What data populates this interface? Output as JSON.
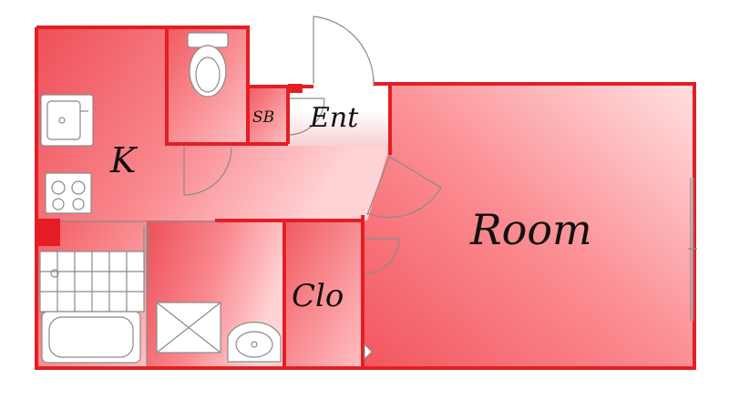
{
  "floorplan": {
    "rooms": [
      {
        "id": "kitchen",
        "label": "K"
      },
      {
        "id": "shoe-box",
        "label": "SB"
      },
      {
        "id": "entrance",
        "label": "Ent"
      },
      {
        "id": "room",
        "label": "Room"
      },
      {
        "id": "closet",
        "label": "Clo"
      }
    ],
    "colors": {
      "wall": "#e31e24",
      "fill_light": "#ffd0d0",
      "fill_dark": "#f25a60",
      "entrance_fill": "#ffffff"
    },
    "fixtures": [
      {
        "name": "toilet-icon"
      },
      {
        "name": "sink-icon"
      },
      {
        "name": "stove-icon"
      },
      {
        "name": "bathtub-icon"
      },
      {
        "name": "washbasin-icon"
      },
      {
        "name": "washing-machine-icon"
      }
    ]
  }
}
